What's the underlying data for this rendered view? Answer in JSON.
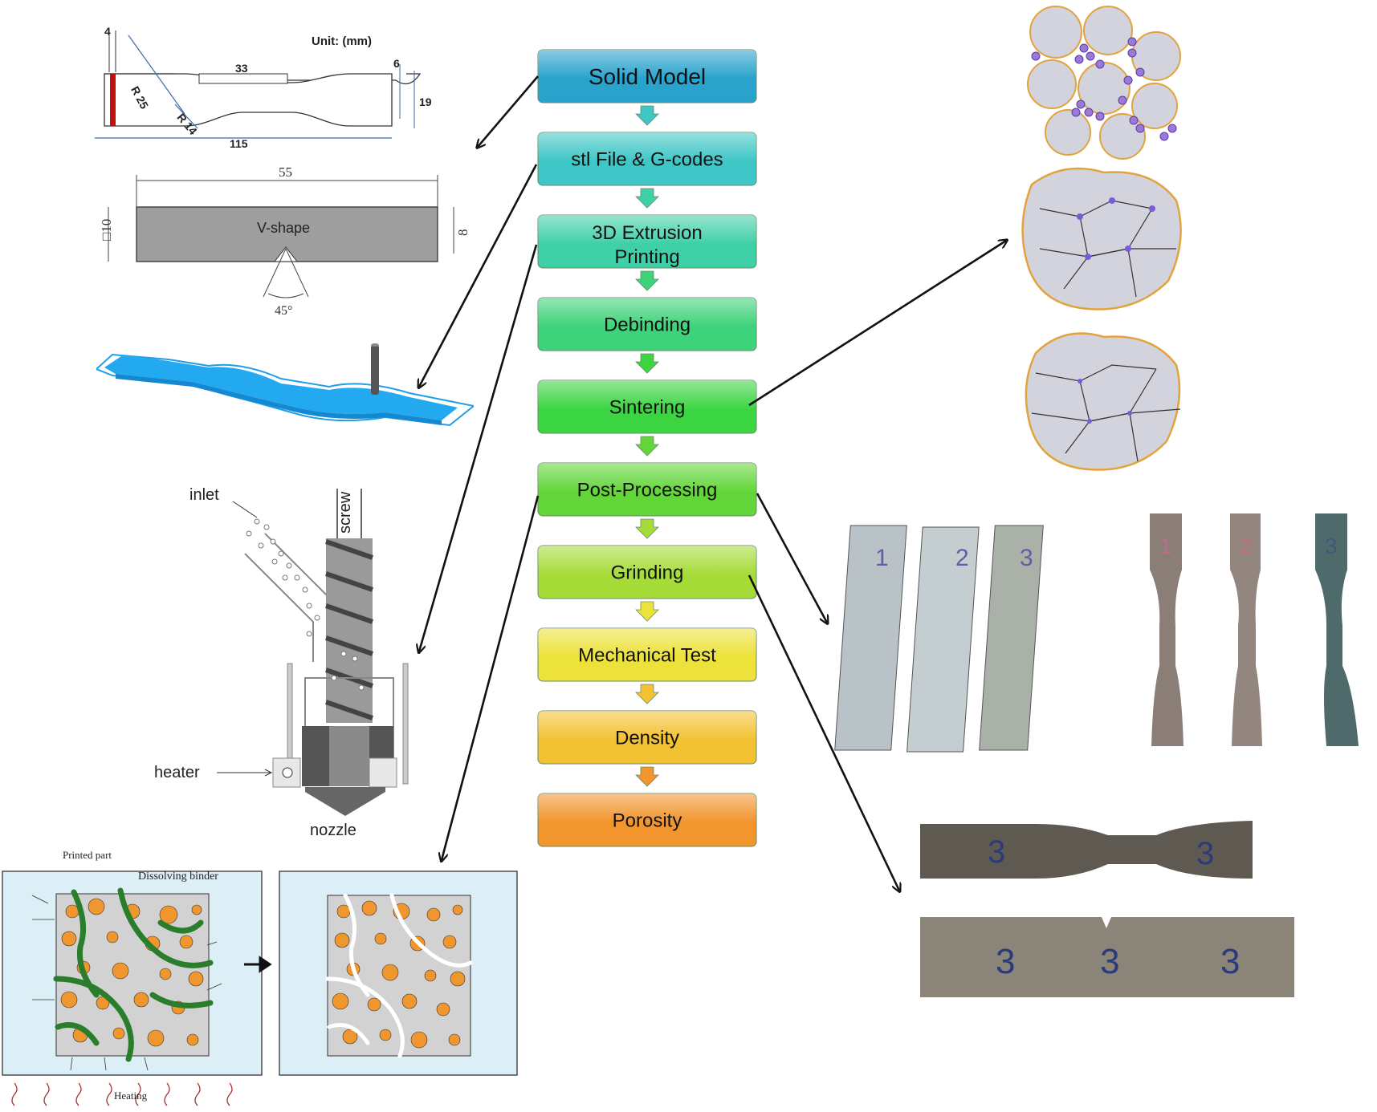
{
  "flow_steps": [
    "Solid Model",
    "stl File & G-codes",
    "3D Extrusion Printing",
    "Debinding",
    "Sintering",
    "Post-Processing",
    "Grinding",
    "Mechanical Test",
    "Density",
    "Porosity"
  ],
  "flow_colors": [
    "#29a3cc",
    "#3fc6c6",
    "#3fd0a8",
    "#3ed27a",
    "#3bd542",
    "#62d639",
    "#a6dc38",
    "#ece23a",
    "#f3c233",
    "#f1952c"
  ],
  "tensile_drawing": {
    "unit_label": "Unit: (mm)",
    "dim_4": "4",
    "dim_33": "33",
    "dim_6": "6",
    "dim_19": "19",
    "dim_r25": "R 25",
    "dim_r14": "R 14",
    "dim_115": "115"
  },
  "charpy_drawing": {
    "dim_55": "55",
    "shape_label": "V-shape",
    "dim_10": "□10",
    "dim_8": "8",
    "angle": "45°"
  },
  "extruder": {
    "inlet": "inlet",
    "screw": "screw",
    "heater": "heater",
    "nozzle": "nozzle"
  },
  "debinding_panel": {
    "printed_part": "Printed part",
    "dissolving_binder": "Dissolving binder",
    "heating": "Heating"
  },
  "specimen_marks": [
    "1",
    "2",
    "3"
  ]
}
